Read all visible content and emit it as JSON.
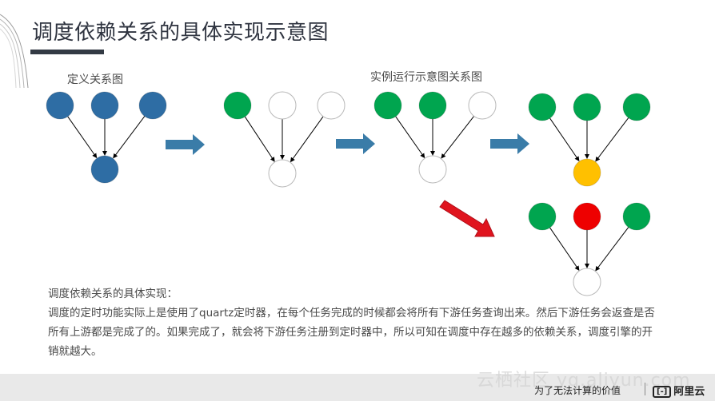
{
  "title": "调度依赖关系的具体实现示意图",
  "labels": {
    "definition": "定义关系图",
    "instance": "实例运行示意图关系图"
  },
  "description": {
    "heading": "调度依赖关系的具体实现：",
    "body": "调度的定时功能实际上是使用了quartz定时器，在每个任务完成的时候都会将所有下游任务查询出来。然后下游任务会返查是否所有上游都是完成了的。如果完成了，就会将下游任务注册到定时器中，所以可知在调度中存在越多的依赖关系，调度引擎的开销就越大。"
  },
  "footer": {
    "slogan": "为了无法计算的价值",
    "logo": "阿里云",
    "logo_glyph": "[-]",
    "watermark": "云栖社区 yq.aliyun.com"
  },
  "colors": {
    "defined": "#2e6da4",
    "done": "#00a54f",
    "pending": "#ffffff",
    "running": "#ffc000",
    "failed": "#ee0000",
    "arrow_blue": "#3a7ca8",
    "arrow_red": "#e0141e"
  },
  "diagrams": [
    {
      "name": "definition",
      "parents": [
        "defined",
        "defined",
        "defined"
      ],
      "child": "defined"
    },
    {
      "name": "instance-1",
      "parents": [
        "done",
        "pending",
        "pending"
      ],
      "child": "pending"
    },
    {
      "name": "instance-2",
      "parents": [
        "done",
        "done",
        "pending"
      ],
      "child": "pending"
    },
    {
      "name": "instance-3",
      "parents": [
        "done",
        "done",
        "done"
      ],
      "child": "running"
    },
    {
      "name": "instance-4",
      "parents": [
        "done",
        "failed",
        "done"
      ],
      "child": "pending"
    }
  ]
}
